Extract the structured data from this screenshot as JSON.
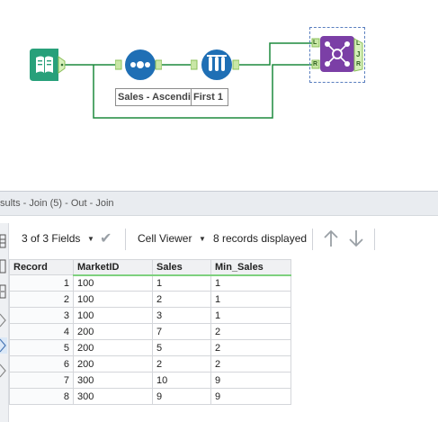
{
  "workflow": {
    "annotations": {
      "sort": "Sales - Ascendin",
      "sample": "First 1"
    },
    "join_anchors": {
      "left": "L",
      "right": "R",
      "join": "J",
      "out_left": "L",
      "out_right": "R"
    },
    "colors": {
      "input_tool": "#28a07a",
      "prep_tool": "#1f6fb5",
      "join_tool": "#7b3fa6",
      "wire": "#1d8a3d"
    }
  },
  "results": {
    "header": "sults - Join (5) - Out - Join",
    "toolbar": {
      "fields": "3 of 3 Fields",
      "viewer": "Cell Viewer",
      "records": "8 records displayed"
    },
    "columns": [
      "Record",
      "MarketID",
      "Sales",
      "Min_Sales"
    ],
    "rows": [
      [
        "1",
        "100",
        "1",
        "1"
      ],
      [
        "2",
        "100",
        "2",
        "1"
      ],
      [
        "3",
        "100",
        "3",
        "1"
      ],
      [
        "4",
        "200",
        "7",
        "2"
      ],
      [
        "5",
        "200",
        "5",
        "2"
      ],
      [
        "6",
        "200",
        "2",
        "2"
      ],
      [
        "7",
        "300",
        "10",
        "9"
      ],
      [
        "8",
        "300",
        "9",
        "9"
      ]
    ]
  }
}
